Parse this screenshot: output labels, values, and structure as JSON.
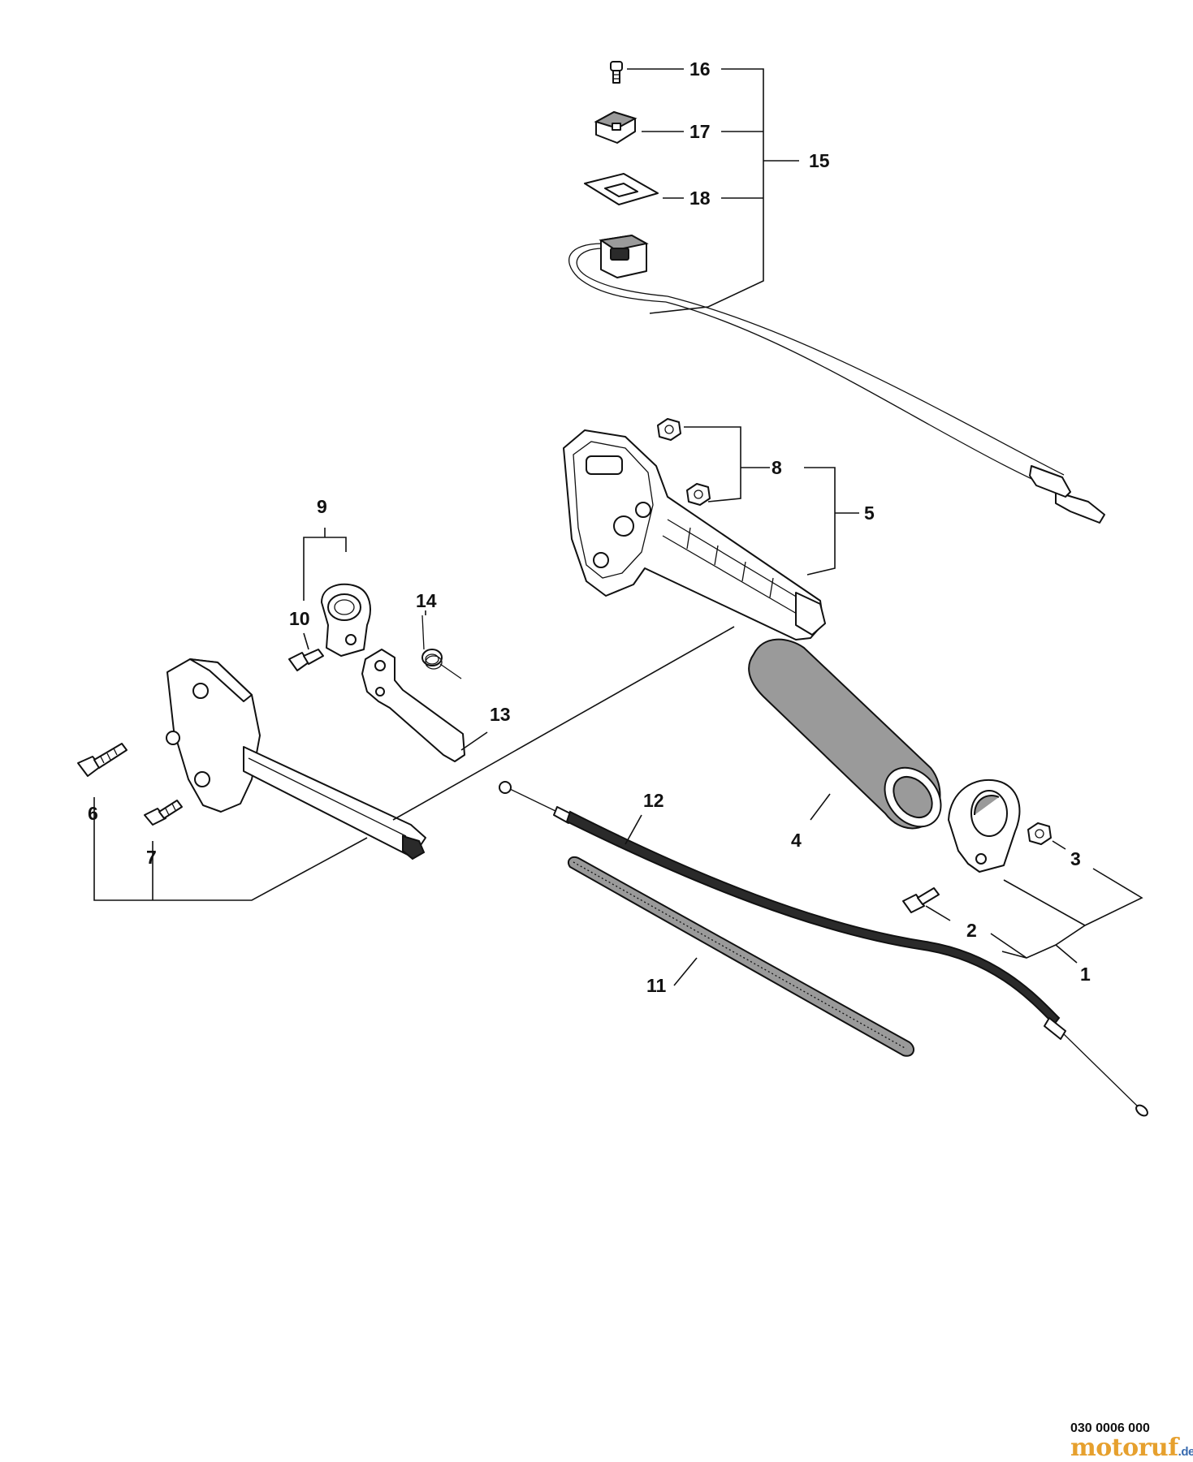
{
  "diagram": {
    "part_labels": [
      "1",
      "2",
      "3",
      "4",
      "5",
      "6",
      "7",
      "8",
      "9",
      "10",
      "11",
      "12",
      "13",
      "14",
      "15",
      "16",
      "17",
      "18"
    ],
    "drawing_code": "030 0006 000",
    "watermark": {
      "brand": "motoruf",
      "tld": ".de"
    }
  }
}
